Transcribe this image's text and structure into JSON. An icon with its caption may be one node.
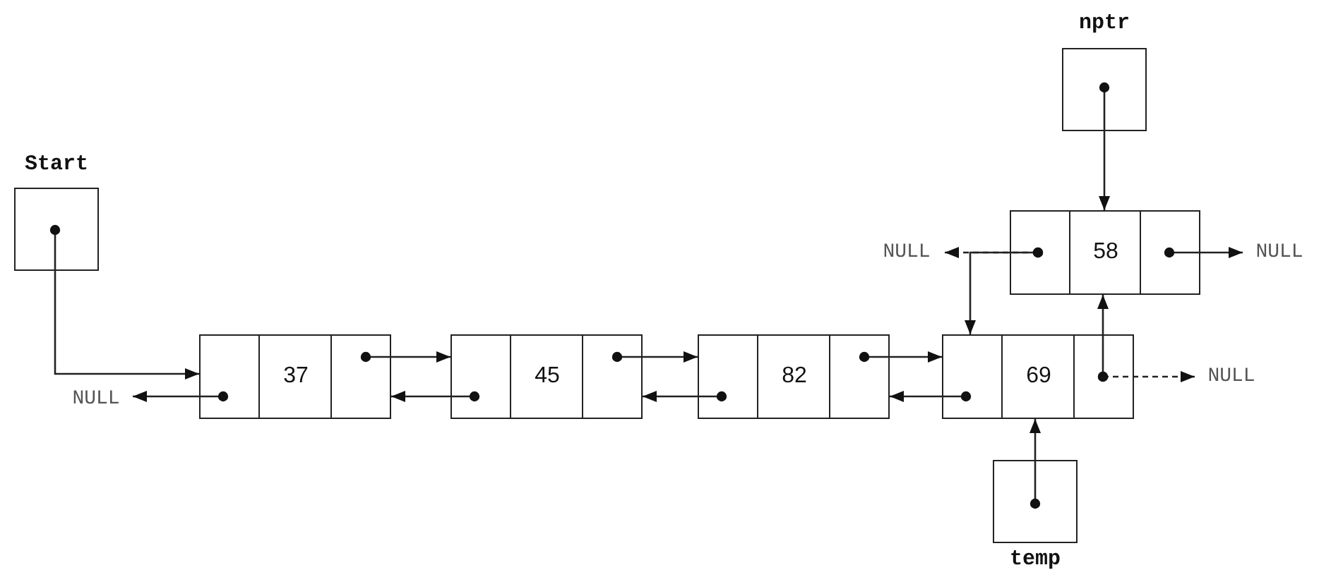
{
  "diagram": {
    "nodes": [
      {
        "text": [
          "Start"
        ]
      },
      {
        "text": [
          "37"
        ]
      },
      {
        "text": [
          "45"
        ]
      },
      {
        "text": [
          "82"
        ]
      },
      {
        "text": [
          "69"
        ]
      },
      {
        "text": [
          "nptr"
        ]
      },
      {
        "text": [
          "58"
        ]
      },
      {
        "text": [
          "temp"
        ]
      },
      {
        "text": [
          "NULL"
        ]
      },
      {
        "text": [
          "NULL"
        ]
      },
      {
        "text": [
          "NULL"
        ]
      },
      {
        "text": [
          "NULL"
        ]
      }
    ],
    "edges": [
      {
        "from": 0,
        "to": 1,
        "arrow": "to"
      },
      {
        "from": 1,
        "to": 8,
        "arrow": "to"
      },
      {
        "from": 1,
        "to": 2,
        "arrow": "to"
      },
      {
        "from": 2,
        "to": 1,
        "arrow": "to"
      },
      {
        "from": 2,
        "to": 3,
        "arrow": "to"
      },
      {
        "from": 3,
        "to": 2,
        "arrow": "to"
      },
      {
        "from": 3,
        "to": 4,
        "arrow": "to"
      },
      {
        "from": 4,
        "to": 3,
        "arrow": "to"
      },
      {
        "from": 5,
        "to": 6,
        "arrow": "to"
      },
      {
        "from": 6,
        "to": 9,
        "arrow": "to",
        "style": "dashed"
      },
      {
        "from": 6,
        "to": 4,
        "arrow": "to"
      },
      {
        "from": 4,
        "to": 6,
        "arrow": "to"
      },
      {
        "from": 6,
        "to": 10,
        "arrow": "to"
      },
      {
        "from": 4,
        "to": 11,
        "arrow": "to",
        "style": "dashed"
      },
      {
        "from": 7,
        "to": 4,
        "arrow": "to"
      }
    ]
  }
}
